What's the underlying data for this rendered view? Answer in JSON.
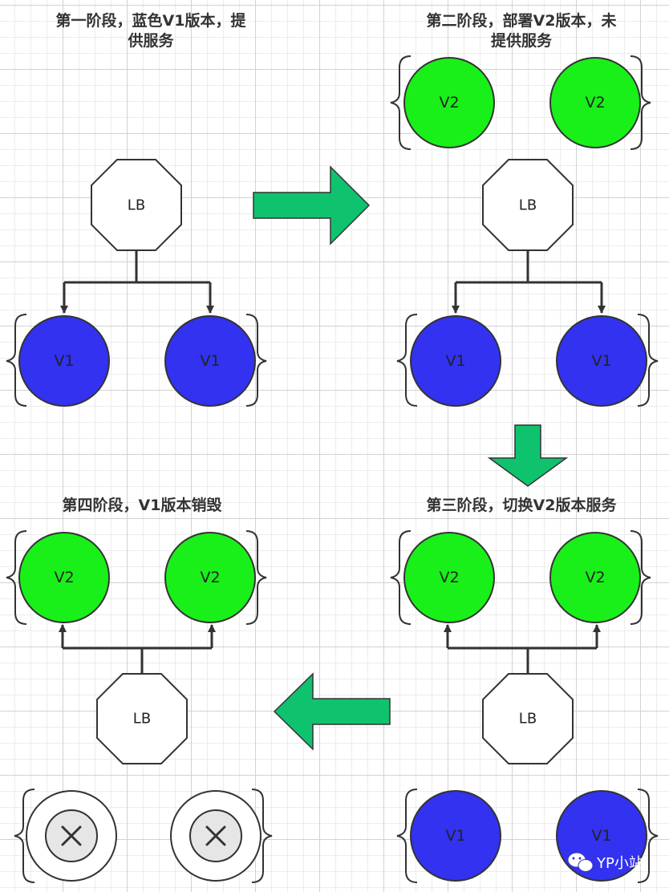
{
  "colors": {
    "v1_fill": "#3232f0",
    "v2_fill": "#19f019",
    "arrow_fill": "#0fc36e",
    "stroke": "#333333",
    "lb_fill": "#ffffff",
    "destroyed_fill": "#e6e6e6"
  },
  "stages": [
    {
      "title_lines": [
        "第一阶段，蓝色V1版本，提",
        "供服务"
      ],
      "lb_label": "LB",
      "top_group": [],
      "bottom_group": [
        "V1",
        "V1"
      ],
      "routing": "to-bottom"
    },
    {
      "title_lines": [
        "第二阶段，部署V2版本，未",
        "提供服务"
      ],
      "lb_label": "LB",
      "top_group": [
        "V2",
        "V2"
      ],
      "bottom_group": [
        "V1",
        "V1"
      ],
      "routing": "to-bottom"
    },
    {
      "title_lines": [
        "第三阶段，切换V2版本服务"
      ],
      "lb_label": "LB",
      "top_group": [
        "V2",
        "V2"
      ],
      "bottom_group": [
        "V1",
        "V1"
      ],
      "routing": "to-top"
    },
    {
      "title_lines": [
        "第四阶段，V1版本销毁"
      ],
      "lb_label": "LB",
      "top_group": [
        "V2",
        "V2"
      ],
      "bottom_group": [
        "destroyed",
        "destroyed"
      ],
      "routing": "to-top"
    }
  ],
  "icons": {
    "destroyed": "close-circle-icon",
    "watermark": "wechat-icon"
  },
  "watermark": {
    "text": "YP小站"
  }
}
